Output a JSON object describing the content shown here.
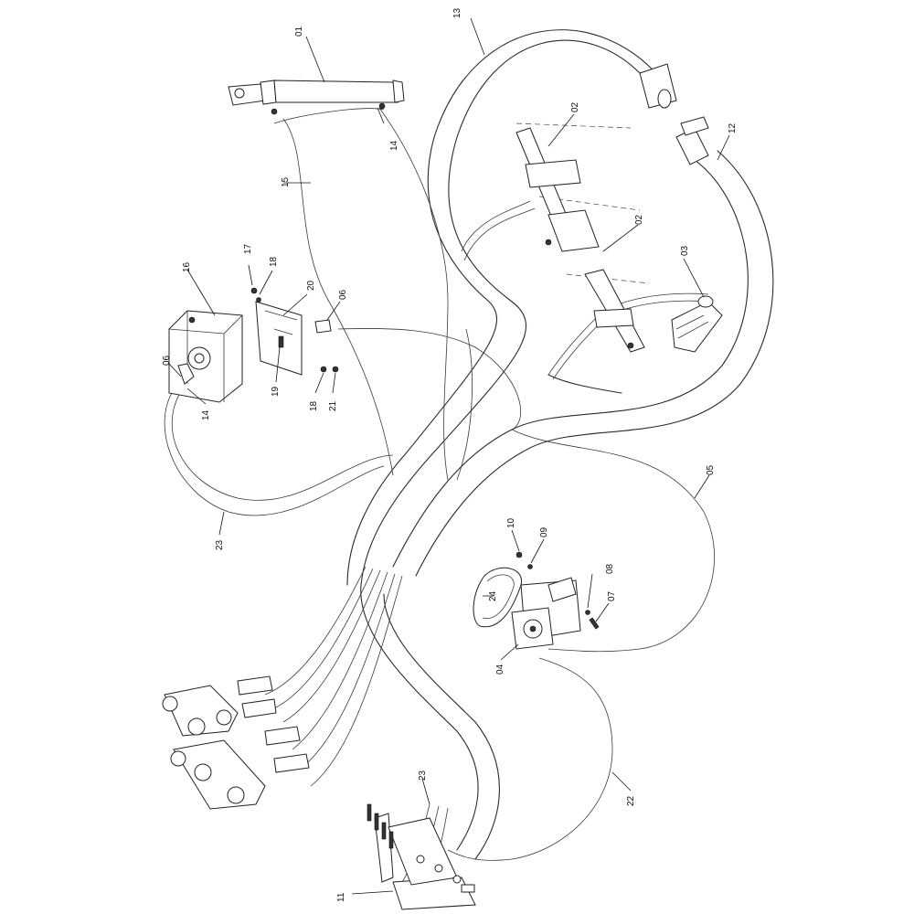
{
  "labels": {
    "l01": "01",
    "l02a": "02",
    "l02b": "02",
    "l03": "03",
    "l04": "04",
    "l05": "05",
    "l06a": "06",
    "l06b": "06",
    "l07": "07",
    "l08": "08",
    "l09": "09",
    "l10": "10",
    "l11": "11",
    "l12": "12",
    "l13": "13",
    "l14a": "14",
    "l14b": "14",
    "l15": "15",
    "l16": "16",
    "l17": "17",
    "l18a": "18",
    "l18b": "18",
    "l19": "19",
    "l20": "20",
    "l21": "21",
    "l22": "22",
    "l23a": "23",
    "l23b": "23",
    "l24": "24"
  }
}
